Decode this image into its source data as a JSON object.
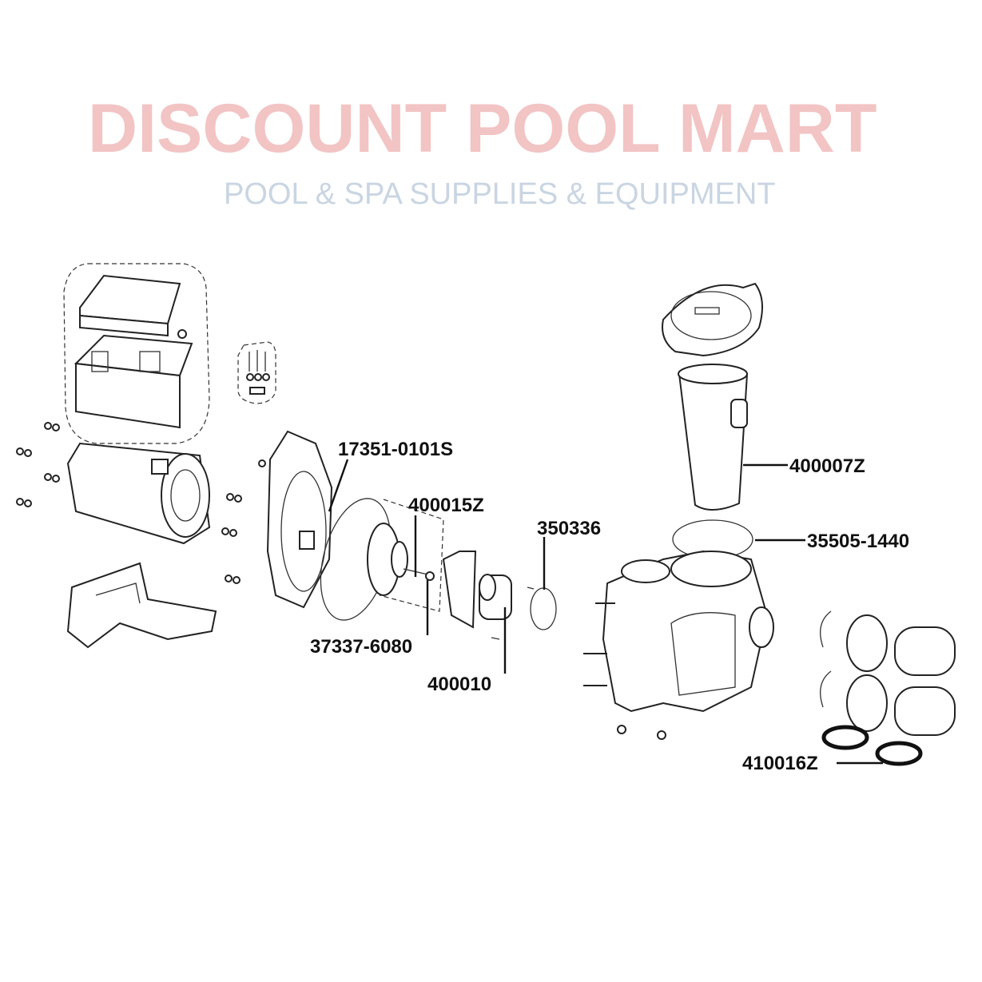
{
  "watermark": {
    "brand": "DISCOUNT POOL MART",
    "tagline": "POOL & SPA SUPPLIES & EQUIPMENT",
    "color": "#f2c4c4"
  },
  "labels": {
    "diffuser_plate": "17351-0101S",
    "impeller_screw": "400015Z",
    "impeller": "37337-6080",
    "diffuser": "400010",
    "diffuser_oring": "350336",
    "basket": "400007Z",
    "lid_oring": "35505-1440",
    "union_oring": "410016Z"
  }
}
